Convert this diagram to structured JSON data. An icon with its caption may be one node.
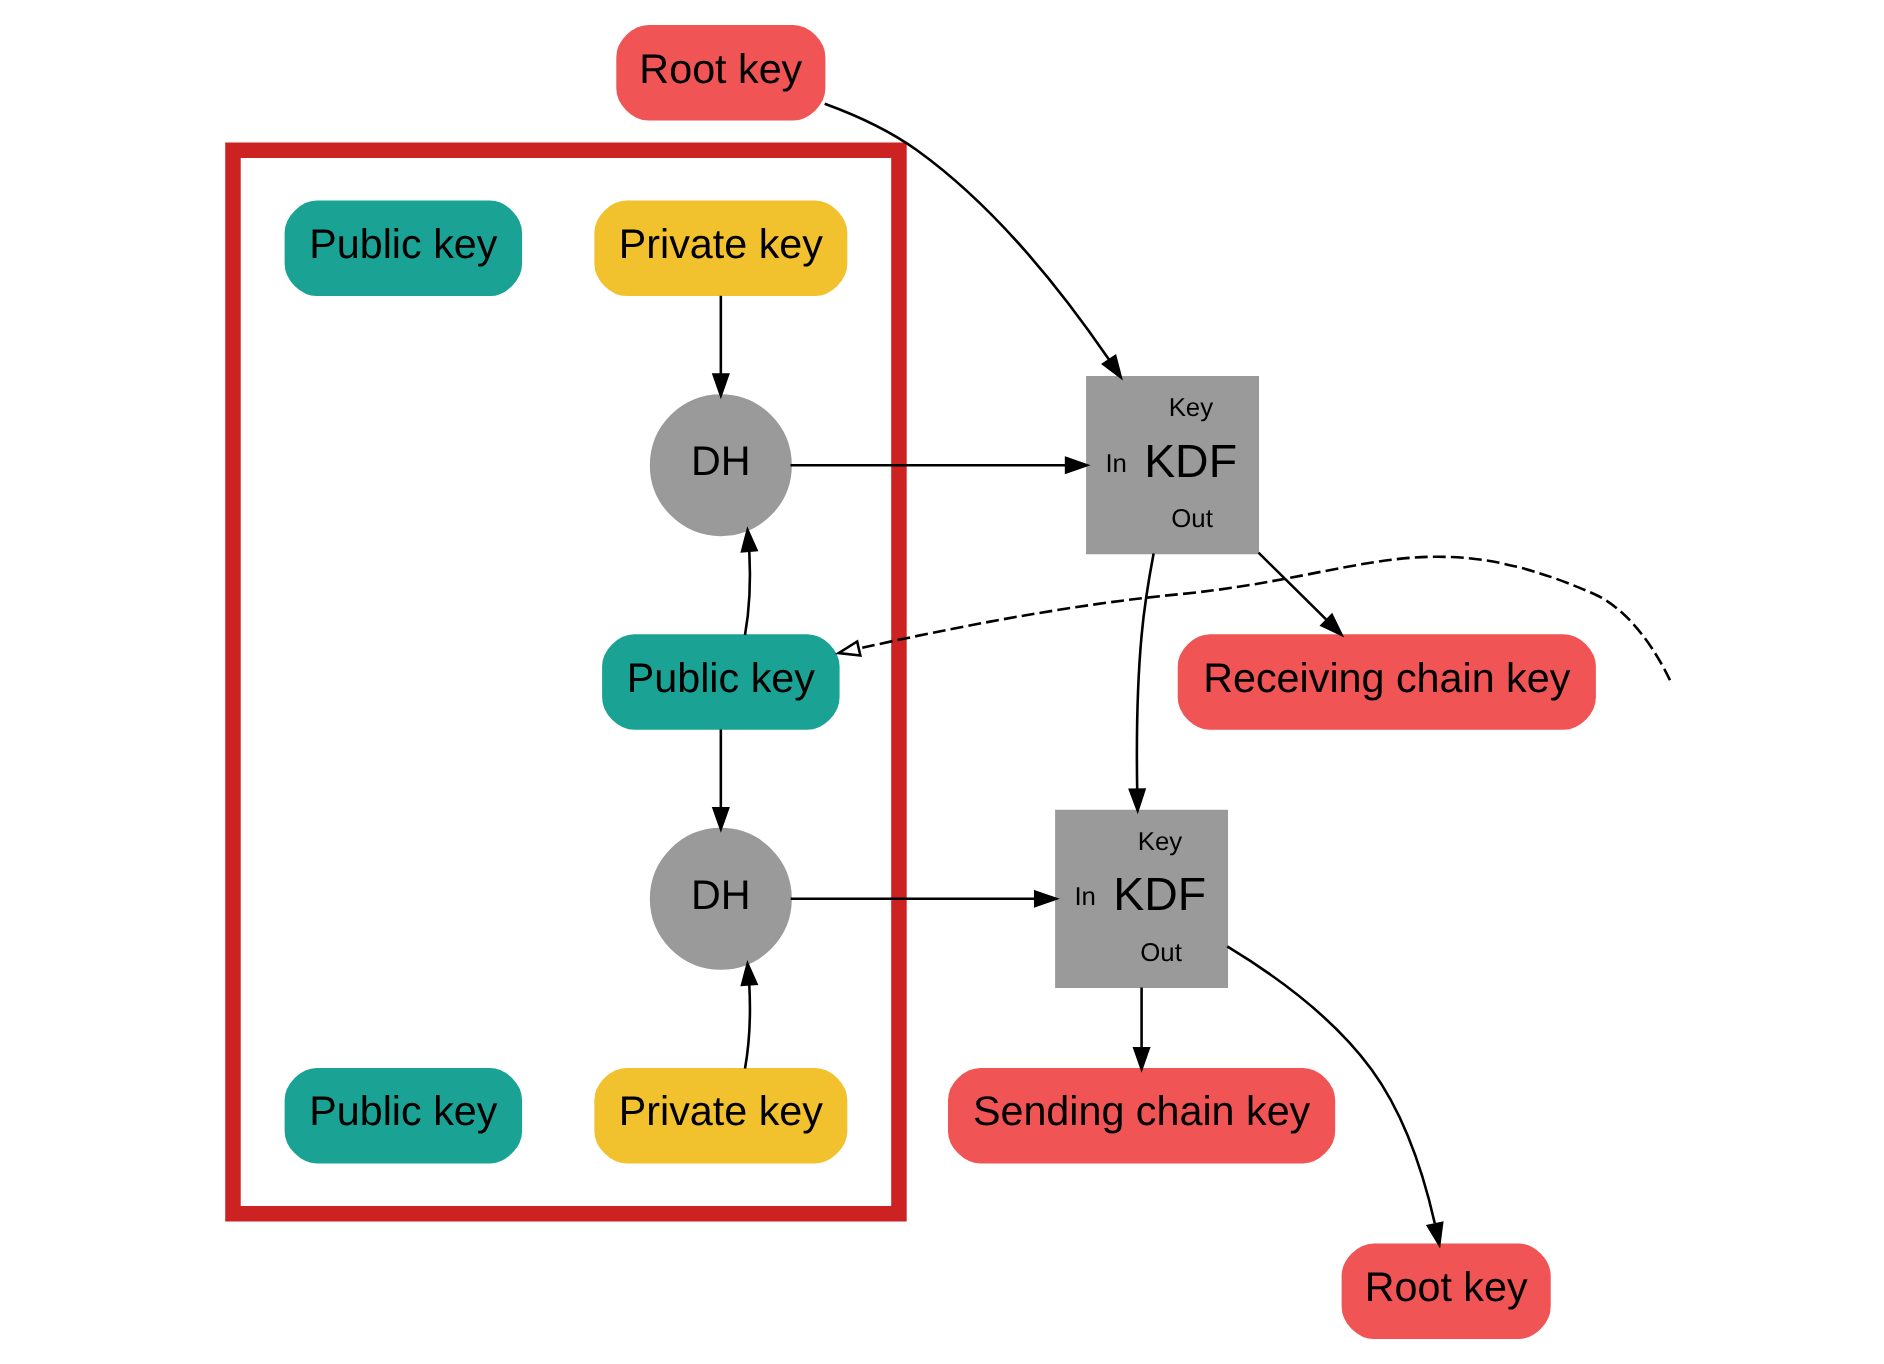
{
  "diagram": {
    "nodes": [
      {
        "text": [],
        "shape": "box"
      },
      {
        "text": [
          "Private key"
        ],
        "in": 0
      },
      {
        "text": [
          "Public key"
        ],
        "in": 0
      },
      {
        "text": [
          "DH"
        ],
        "in": 0
      },
      {
        "text": [
          "Public key"
        ],
        "in": 0
      },
      {
        "text": [
          "DH"
        ],
        "in": 0
      },
      {
        "text": [
          "Private key"
        ],
        "in": 0
      },
      {
        "text": [
          "Public key"
        ],
        "in": 0
      },
      {
        "text": [
          "Root key"
        ]
      },
      {
        "text": [
          "Key",
          "In",
          "KDF",
          "Out"
        ]
      },
      {
        "text": [
          "Key",
          "In",
          "KDF",
          "Out"
        ]
      },
      {
        "text": [
          "Receiving chain key"
        ]
      },
      {
        "text": [
          "Sending chain key"
        ]
      },
      {
        "text": [
          "Root key"
        ]
      }
    ],
    "edges": [
      {
        "from": 1,
        "to": 3,
        "arrow": "to"
      },
      {
        "from": 4,
        "to": 3,
        "arrow": "to"
      },
      {
        "from": 4,
        "to": 5,
        "arrow": "to"
      },
      {
        "from": 6,
        "to": 5,
        "arrow": "to"
      },
      {
        "from": null,
        "to": 4,
        "arrow": "to",
        "style": "dashed"
      },
      {
        "from": 8,
        "to": 9,
        "arrow": "to"
      },
      {
        "from": 3,
        "to": 9,
        "arrow": "to"
      },
      {
        "from": 9,
        "to": 10,
        "arrow": "to"
      },
      {
        "from": 9,
        "to": 11,
        "arrow": "to"
      },
      {
        "from": 5,
        "to": 10,
        "arrow": "to"
      },
      {
        "from": 10,
        "to": 12,
        "arrow": "to"
      },
      {
        "from": 10,
        "to": 13,
        "arrow": "to"
      }
    ]
  }
}
